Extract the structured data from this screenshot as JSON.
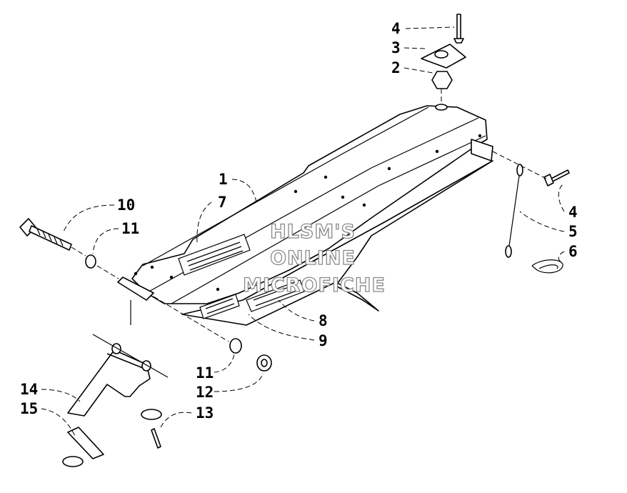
{
  "watermark": {
    "line1": "HLSM'S",
    "line2": "ONLINE",
    "line3": "MICROFICHE"
  },
  "callouts": {
    "c4_top": "4",
    "c3": "3",
    "c2": "2",
    "c1": "1",
    "c7": "7",
    "c10": "10",
    "c11_top": "11",
    "c4_right": "4",
    "c5": "5",
    "c6": "6",
    "c8": "8",
    "c9": "9",
    "c11_bottom": "11",
    "c12": "12",
    "c13": "13",
    "c14": "14",
    "c15": "15"
  }
}
